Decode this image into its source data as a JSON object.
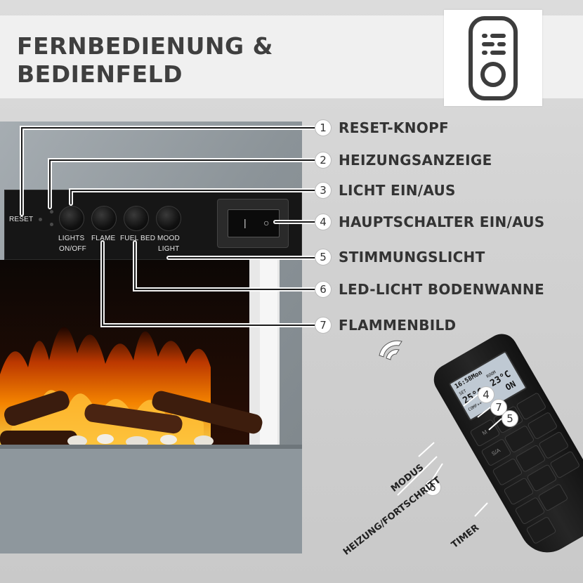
{
  "header": {
    "title_line1": "FERNBEDIENUNG &",
    "title_line2": "BEDIENFELD",
    "icon": "remote-control-icon"
  },
  "panel": {
    "reset_label": "RESET",
    "lights_label_1": "LIGHTS",
    "lights_label_2": "ON/OFF",
    "flame_label": "FLAME",
    "fuelbed_label": "FUEL BED",
    "mood_label_1": "MOOD",
    "mood_label_2": "LIGHT",
    "switch_off_symbol": "|",
    "switch_on_symbol": "○"
  },
  "callouts": [
    {
      "num": "1",
      "text": "RESET-KNOPF"
    },
    {
      "num": "2",
      "text": "HEIZUNGSANZEIGE"
    },
    {
      "num": "3",
      "text": "LICHT EIN/AUS"
    },
    {
      "num": "4",
      "text": "HAUPTSCHALTER EIN/AUS"
    },
    {
      "num": "5",
      "text": "STIMMUNGSLICHT"
    },
    {
      "num": "6",
      "text": "LED-LICHT BODENWANNE"
    },
    {
      "num": "7",
      "text": "FLAMMENBILD"
    }
  ],
  "remote": {
    "lcd_time": "16:58Mon",
    "lcd_set": "SET",
    "lcd_set_temp": "25°C",
    "lcd_room": "ROOM",
    "lcd_room_temp": "23°C",
    "lcd_mode": "COMF++",
    "lcd_on": "ON",
    "btn_m": "M",
    "btn_sa": "S/A",
    "marker_4": "4",
    "marker_5": "5",
    "marker_6": "6",
    "marker_7": "7",
    "label_modus": "MODUS",
    "label_heizung": "HEIZUNG/FORTSCHRITT",
    "label_timer": "TIMER"
  },
  "colors": {
    "title": "#3f3f3f",
    "panel": "#161616",
    "flame": "#ff8a00",
    "stone": "#8d969c"
  }
}
